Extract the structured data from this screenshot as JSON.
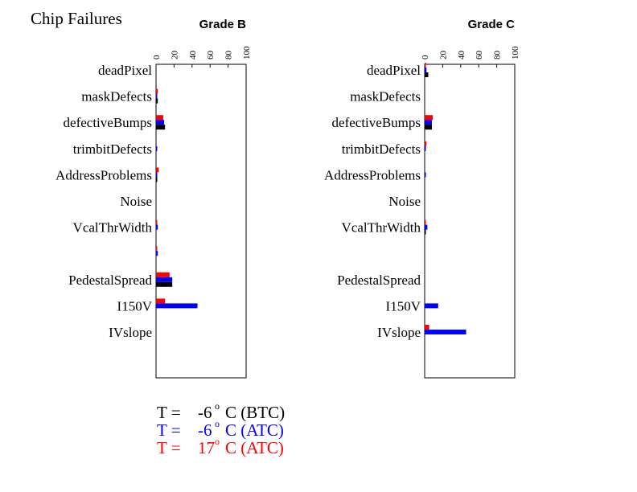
{
  "chart_data": {
    "title": "Chip Failures",
    "type": "bar",
    "orientation": "horizontal",
    "categories": [
      "deadPixel",
      "maskDefects",
      "defectiveBumps",
      "trimbitDefects",
      "AddressProblems",
      "Noise",
      "VcalThrWidth",
      "",
      "PedestalSpread",
      "I150V",
      "IVslope"
    ],
    "xlim": [
      0,
      100
    ],
    "x_ticks": [
      "0",
      "20",
      "40",
      "60",
      "80",
      "100"
    ],
    "legend": {
      "position": "bottom-center",
      "entries": [
        {
          "prefix": "T =",
          "temp": "-6",
          "unit": "C (BTC)",
          "color": "#000000"
        },
        {
          "prefix": "T =",
          "temp": "-6",
          "unit": "C (ATC)",
          "color": "#0000ff"
        },
        {
          "prefix": "T =",
          "temp": "17",
          "unit": "C (ATC)",
          "color": "#ff0000"
        }
      ],
      "degree_symbol": "o"
    },
    "panels": [
      {
        "title": "Grade B",
        "series": [
          {
            "color": "#ff0000",
            "values": [
              0,
              2,
              8,
              0,
              3,
              0,
              1,
              1,
              15,
              10,
              0
            ]
          },
          {
            "color": "#0000ff",
            "values": [
              0,
              1,
              9,
              1,
              1,
              0,
              2,
              2,
              18,
              46,
              0
            ]
          },
          {
            "color": "#000000",
            "values": [
              0,
              2,
              10,
              0,
              1,
              0,
              0,
              0,
              18,
              0,
              0
            ]
          }
        ]
      },
      {
        "title": "Grade C",
        "series": [
          {
            "color": "#ff0000",
            "values": [
              1,
              0,
              9,
              2,
              0,
              0,
              1,
              0,
              0,
              0,
              5
            ]
          },
          {
            "color": "#0000ff",
            "values": [
              2,
              0,
              8,
              1,
              1,
              0,
              3,
              0,
              0,
              15,
              46
            ]
          },
          {
            "color": "#000000",
            "values": [
              4,
              0,
              8,
              0,
              0,
              0,
              1,
              0,
              0,
              0,
              0
            ]
          }
        ]
      }
    ]
  }
}
